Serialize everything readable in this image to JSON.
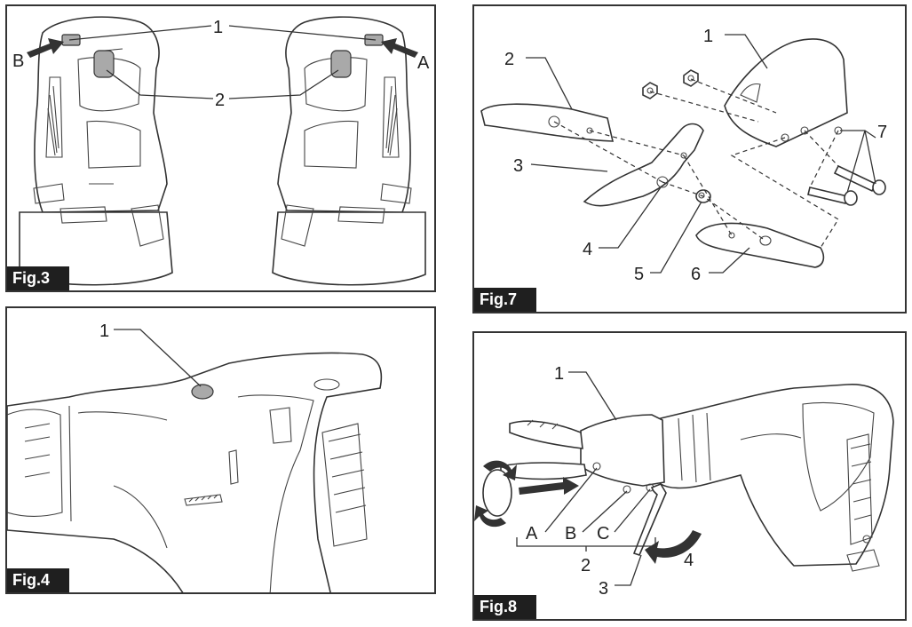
{
  "figures": {
    "fig3": {
      "label": "Fig.3",
      "callouts": {
        "c1": "1",
        "c2": "2",
        "cA": "A",
        "cB": "B"
      }
    },
    "fig4": {
      "label": "Fig.4",
      "callouts": {
        "c1": "1"
      }
    },
    "fig7": {
      "label": "Fig.7",
      "callouts": {
        "c1": "1",
        "c2": "2",
        "c3": "3",
        "c4": "4",
        "c5": "5",
        "c6": "6",
        "c7": "7"
      }
    },
    "fig8": {
      "label": "Fig.8",
      "callouts": {
        "c1": "1",
        "cA": "A",
        "cB": "B",
        "cC": "C",
        "c2": "2",
        "c3": "3",
        "c4": "4"
      }
    }
  },
  "icons": {
    "arrow": "arrow-icon",
    "rotate-arrow": "rotate-arrow-icon",
    "hex-wrench": "hex-wrench-icon"
  },
  "colors": {
    "ink": "#333333",
    "label_bg": "#1f1f1f",
    "label_text": "#ffffff",
    "shade": "#a9a9a9"
  }
}
